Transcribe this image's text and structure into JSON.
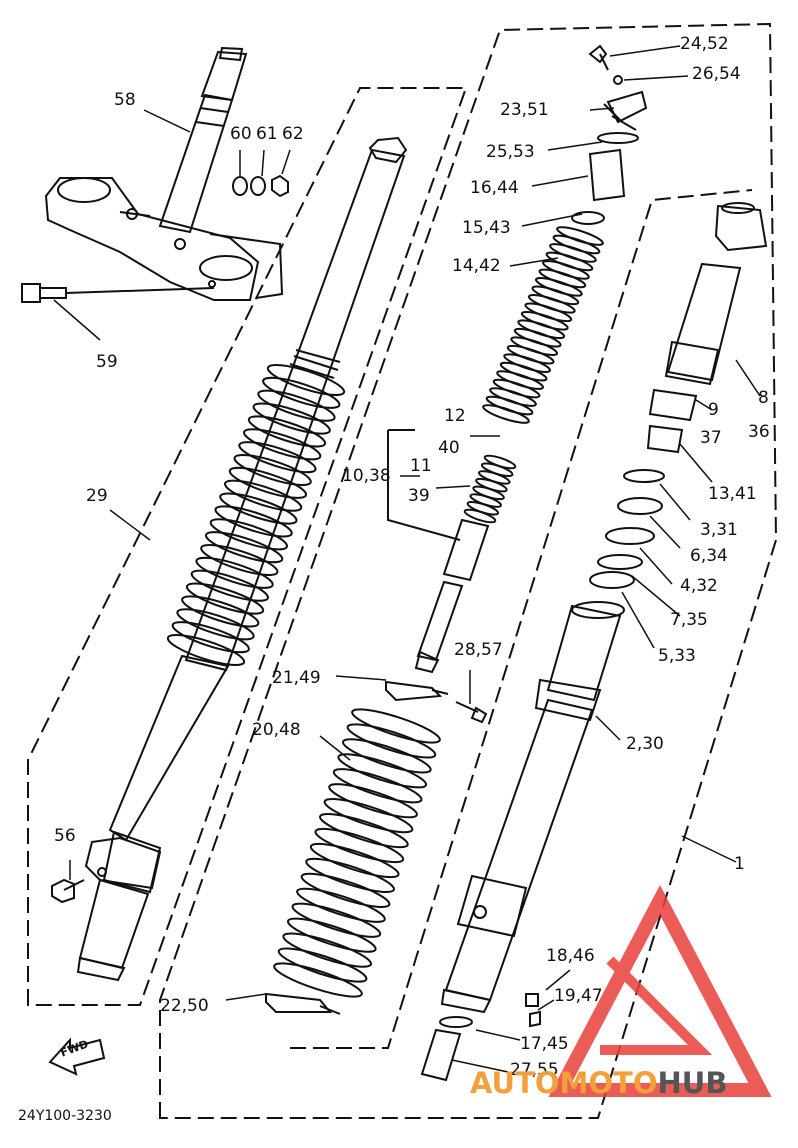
{
  "labels": {
    "l58": "58",
    "l60": "60",
    "l61": "61",
    "l62": "62",
    "l59": "59",
    "l29": "29",
    "l56": "56",
    "l24_52": "24,52",
    "l26_54": "26,54",
    "l23_51": "23,51",
    "l25_53": "25,53",
    "l16_44": "16,44",
    "l15_43": "15,43",
    "l14_42": "14,42",
    "l12": "12",
    "l40": "40",
    "l10_38": "10,38",
    "l11": "11",
    "l39": "39",
    "l8": "8",
    "l36": "36",
    "l9": "9",
    "l37": "37",
    "l13_41": "13,41",
    "l3_31": "3,31",
    "l6_34": "6,34",
    "l4_32": "4,32",
    "l7_35": "7,35",
    "l5_33": "5,33",
    "l28_57": "28,57",
    "l21_49": "21,49",
    "l20_48": "20,48",
    "l2_30": "2,30",
    "l1": "1",
    "l18_46": "18,46",
    "l19_47": "19,47",
    "l22_50": "22,50",
    "l17_45": "17,45",
    "l27_55": "27,55"
  },
  "fwd_label": "FWD",
  "diagram_code": "24Y100-3230",
  "watermark": {
    "part1": "AUTO",
    "part2": "MOTO",
    "part3": "HUB"
  },
  "colors": {
    "line": "#111111",
    "watermark_red": "#e8403a",
    "watermark_orange": "#f2a13a",
    "watermark_gray": "#555555"
  }
}
